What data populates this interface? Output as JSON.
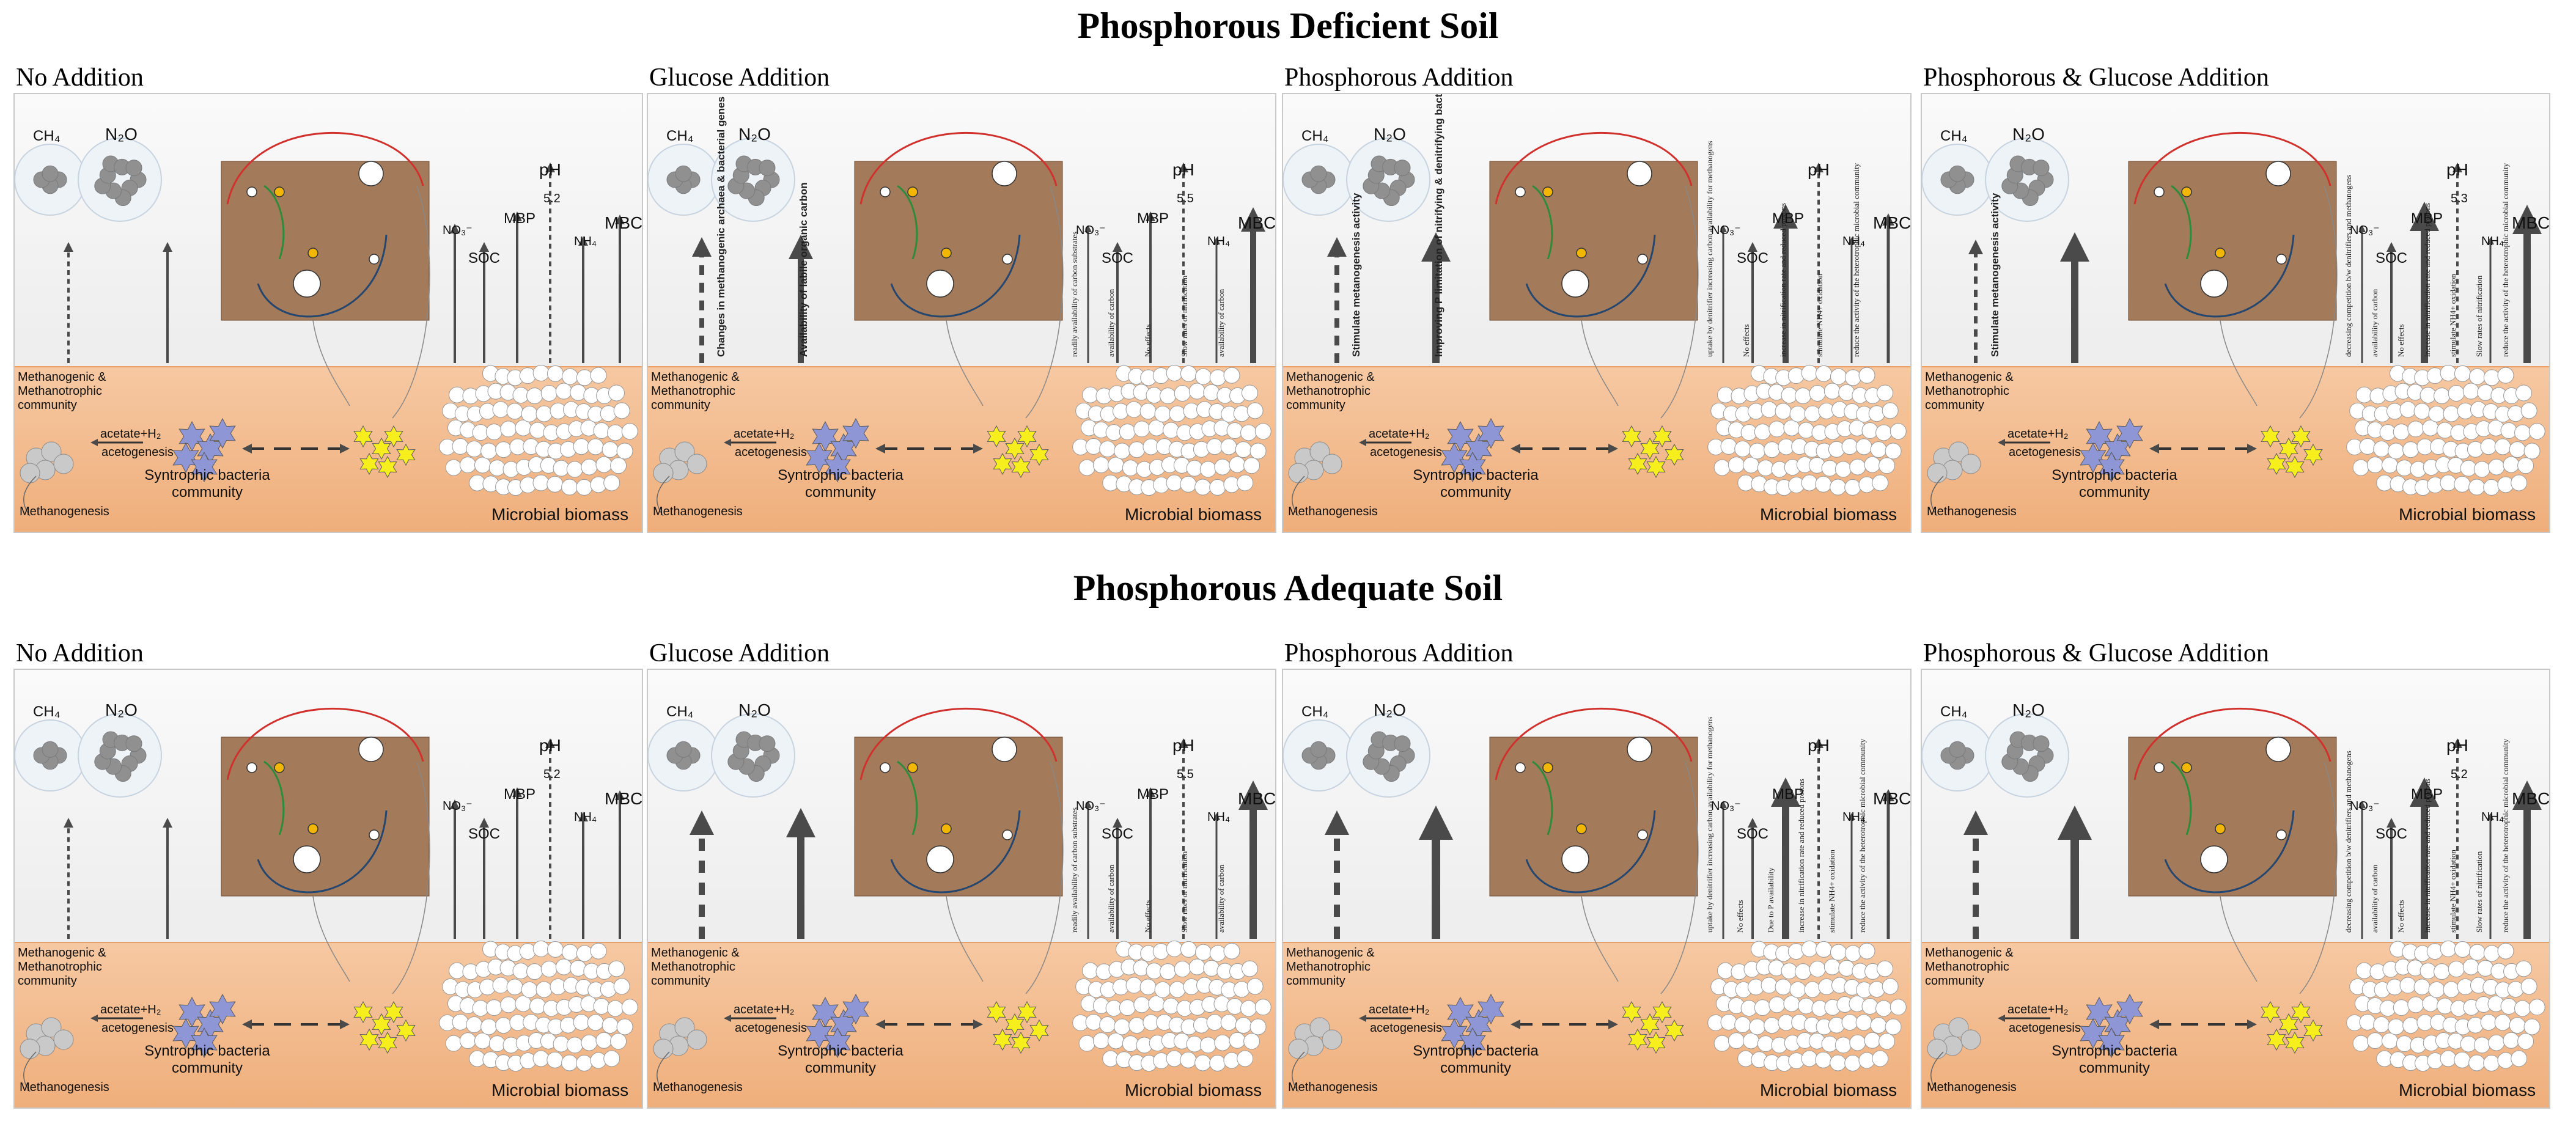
{
  "sections": [
    {
      "title": "Phosphorous Deficient Soil",
      "panels": [
        {
          "title": "No Addition",
          "ph_value": "5.2",
          "notes": [],
          "left_notes": [],
          "widths": {
            "ch4": 4,
            "n2o": 4,
            "no3": 4,
            "soc": 4,
            "mbp": 4,
            "ph": 4,
            "nh4": 4,
            "mbc": 4
          }
        },
        {
          "title": "Glucose Addition",
          "ph_value": "5.5",
          "left_notes": [
            "Changes in methanogenic archaea & bacterial genes",
            "Availability of labile organic carbon"
          ],
          "notes": [
            "readily availability of carbon substrates",
            "availability of carbon",
            "No effects",
            "Slow rates of nitrification",
            "availability of carbon"
          ],
          "widths": {
            "ch4": 8,
            "n2o": 10,
            "no3": 3,
            "soc": 4,
            "mbp": 4,
            "ph": 4,
            "nh4": 3,
            "mbc": 10
          }
        },
        {
          "title": "Phosphorous Addition",
          "ph_value": "",
          "left_notes": [
            "Stimulate metanogenesis activity",
            "Improving P limitation of nitrifying & denitrifying bacteria"
          ],
          "notes": [
            "uptake by denitrifier increasing carbon availability for methanogens",
            "No effects",
            "increase in nitrification rate and reduced protons",
            "stimulate NH4+ oxidation",
            "reduce the activity of the heterotrophic microbial community"
          ],
          "widths": {
            "ch4": 8,
            "n2o": 12,
            "no3": 3,
            "soc": 4,
            "mbp": 10,
            "ph": 4,
            "nh4": 3,
            "mbc": 5
          }
        },
        {
          "title": "Phosphorous & Glucose Addition",
          "ph_value": "5.3",
          "left_notes": [
            "Stimulate metanogenesis activity"
          ],
          "notes": [
            "decreasing competition b/w denitrifiers and methanogens",
            "availability of carbon",
            "No effects",
            "increase in nitrification rate and reduced protons",
            "stimulate NH4+ oxidation",
            "Slow rates of nitrification",
            "reduce the activity of the heterotrophic microbial community"
          ],
          "widths": {
            "ch4": 6,
            "n2o": 12,
            "no3": 3,
            "soc": 4,
            "mbp": 12,
            "ph": 4,
            "nh4": 3,
            "mbc": 12
          }
        }
      ]
    },
    {
      "title": "Phosphorous Adequate Soil",
      "panels": [
        {
          "title": "No Addition",
          "ph_value": "5.2",
          "notes": [],
          "left_notes": [],
          "widths": {
            "ch4": 4,
            "n2o": 4,
            "no3": 4,
            "soc": 4,
            "mbp": 4,
            "ph": 4,
            "nh4": 4,
            "mbc": 4
          }
        },
        {
          "title": "Glucose Addition",
          "ph_value": "5.5",
          "left_notes": [],
          "notes": [
            "readily availability of carbon substrates",
            "availability of carbon",
            "No effects",
            "Slow rates of nitrification",
            "availability of carbon"
          ],
          "widths": {
            "ch4": 10,
            "n2o": 12,
            "no3": 3,
            "soc": 4,
            "mbp": 4,
            "ph": 4,
            "nh4": 3,
            "mbc": 12
          }
        },
        {
          "title": "Phosphorous Addition",
          "ph_value": "",
          "left_notes": [],
          "notes": [
            "uptake by denitrifier increasing carbon availability for methanogens",
            "No effects",
            "Due to P availability",
            "increase in nitrification rate and reduced protons",
            "stimulate NH4+ oxidation",
            "reduce the activity of the heterotrophic microbial community"
          ],
          "widths": {
            "ch4": 10,
            "n2o": 14,
            "no3": 3,
            "soc": 4,
            "mbp": 12,
            "ph": 4,
            "nh4": 3,
            "mbc": 5
          }
        },
        {
          "title": "Phosphorous & Glucose Addition",
          "ph_value": "5.2",
          "left_notes": [],
          "notes": [
            "decreasing competition b/w denitrifiers and methanogens",
            "availability of carbon",
            "No effects",
            "increase in nitrification rate and reduced protons",
            "stimulate NH4+ oxidation",
            "Slow rates of nitrification",
            "reduce the activity of the heterotrophic microbial community"
          ],
          "widths": {
            "ch4": 10,
            "n2o": 14,
            "no3": 3,
            "soc": 4,
            "mbp": 12,
            "ph": 4,
            "nh4": 3,
            "mbc": 12
          }
        }
      ]
    }
  ],
  "labels": {
    "ch4": "CH₄",
    "n2o": "N₂O",
    "ph": "pH",
    "mbp": "MBP",
    "soc": "SOC",
    "mbc": "MBC",
    "no3": "NO₃⁻",
    "nh4": "NH₄",
    "methanogenic_community": "Methanogenic & Methanotrophic community",
    "acetate_h2": "acetate+H₂",
    "acetogenesis": "acetogenesis",
    "syntrophic_bacteria": "Syntrophic bacteria community",
    "methanogenesis": "Methanogenesis",
    "microbial_biomass": "Microbial biomass"
  },
  "colors": {
    "soil_layer": "#efae7a",
    "inset_box": "#a37b5a",
    "gas_sphere": "#909090",
    "syntrophic_star": "#8f96d6",
    "yellow_star": "#f7ef1d",
    "biomass_cell": "#ffffff",
    "arrow": "#4a4a4a"
  }
}
